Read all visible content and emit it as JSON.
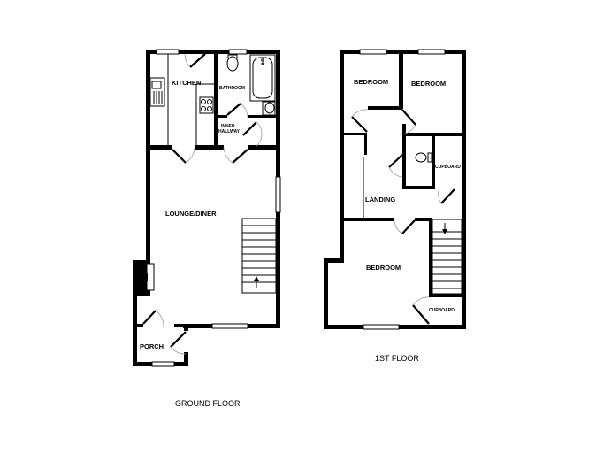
{
  "ground_floor": {
    "caption": "GROUND FLOOR",
    "rooms": {
      "kitchen": "KITCHEN",
      "bathroom": "BATHROOM",
      "inner_hallway_line1": "INNER",
      "inner_hallway_line2": "HALLWAY",
      "lounge_diner": "LOUNGE/DINER",
      "porch": "PORCH"
    },
    "fixtures": [
      "sink",
      "hob",
      "toilet",
      "bath",
      "washbasin",
      "fireplace",
      "stairs-up"
    ]
  },
  "first_floor": {
    "caption": "1ST FLOOR",
    "rooms": {
      "bedroom_1": "BEDROOM",
      "bedroom_2": "BEDROOM",
      "bedroom_3": "BEDROOM",
      "landing": "LANDING",
      "cupboard_1": "CUPBOARD",
      "cupboard_2": "CUPBOARD"
    },
    "fixtures": [
      "toilet",
      "stairs-down"
    ]
  },
  "colors": {
    "wall": "#000000",
    "background": "#ffffff",
    "door_swing": "#9a9a9a"
  }
}
